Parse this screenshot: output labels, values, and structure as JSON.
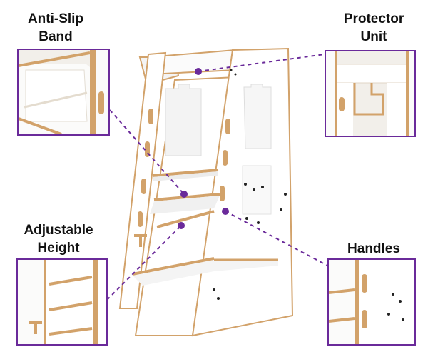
{
  "callouts": {
    "anti_slip": {
      "line1": "Anti-Slip",
      "line2": "Band"
    },
    "protector": {
      "line1": "Protector",
      "line2": "Unit"
    },
    "adjustable": {
      "line1": "Adjustable",
      "line2": "Height"
    },
    "handles": {
      "line1": "Handles",
      "line2": ""
    }
  },
  "colors": {
    "accent": "#6a2a9a",
    "wood_edge": "#d2a26a",
    "board": "#ffffff"
  }
}
